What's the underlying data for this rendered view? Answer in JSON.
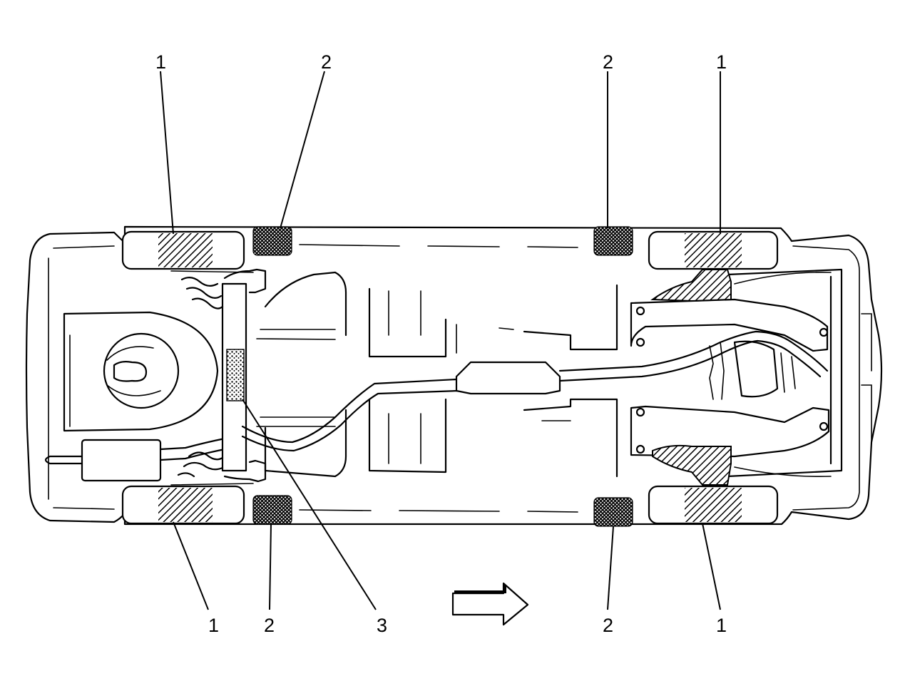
{
  "figure": {
    "callouts": {
      "wheel_front_left": "1",
      "wheel_front_right": "1",
      "wheel_rear_left": "1",
      "wheel_rear_right": "1",
      "lift_front_left": "2",
      "lift_front_right": "2",
      "lift_rear_left": "2",
      "lift_rear_right": "2",
      "crossmember": "3"
    }
  }
}
